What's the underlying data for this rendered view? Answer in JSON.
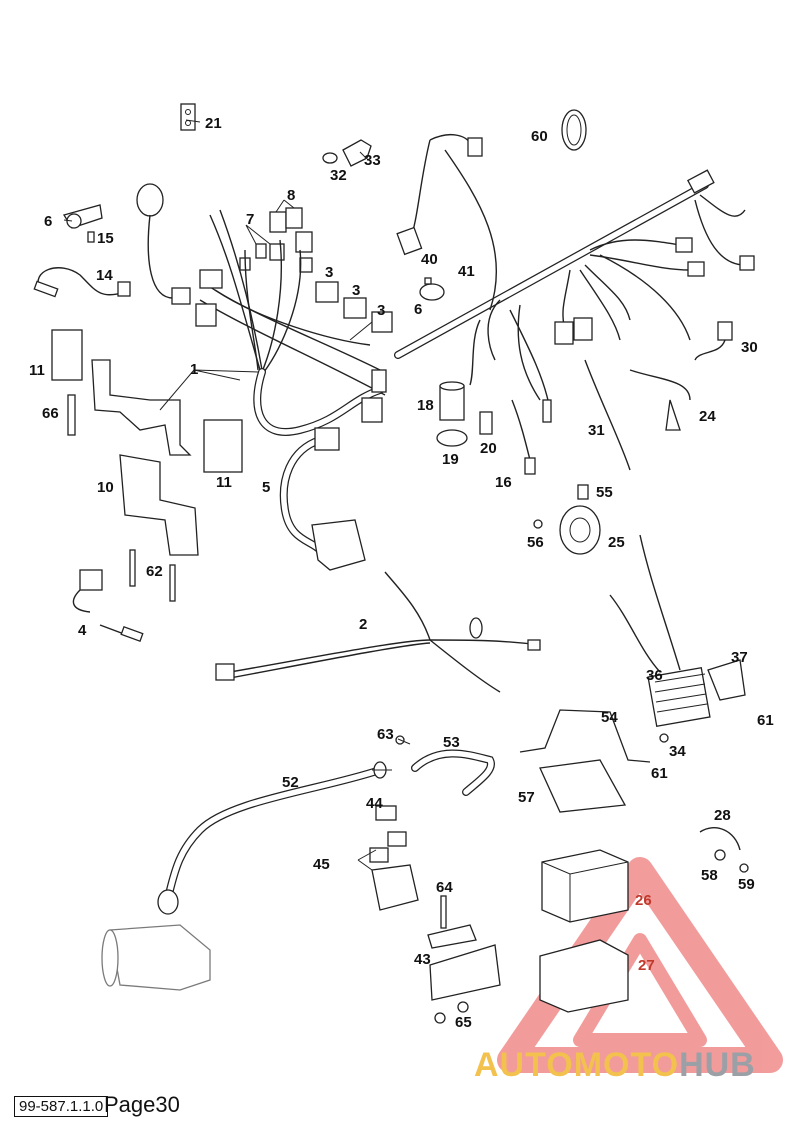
{
  "labels": [
    {
      "id": "21",
      "text": "21"
    },
    {
      "id": "33",
      "text": "33"
    },
    {
      "id": "32",
      "text": "32"
    },
    {
      "id": "60",
      "text": "60"
    },
    {
      "id": "8",
      "text": "8"
    },
    {
      "id": "6a",
      "text": "6"
    },
    {
      "id": "15",
      "text": "15"
    },
    {
      "id": "7",
      "text": "7"
    },
    {
      "id": "14",
      "text": "14"
    },
    {
      "id": "3a",
      "text": "3"
    },
    {
      "id": "3b",
      "text": "3"
    },
    {
      "id": "3c",
      "text": "3"
    },
    {
      "id": "40",
      "text": "40"
    },
    {
      "id": "41",
      "text": "41"
    },
    {
      "id": "6b",
      "text": "6"
    },
    {
      "id": "30",
      "text": "30"
    },
    {
      "id": "11a",
      "text": "11"
    },
    {
      "id": "1",
      "text": "1"
    },
    {
      "id": "66",
      "text": "66"
    },
    {
      "id": "18",
      "text": "18"
    },
    {
      "id": "24",
      "text": "24"
    },
    {
      "id": "31",
      "text": "31"
    },
    {
      "id": "19",
      "text": "19"
    },
    {
      "id": "20",
      "text": "20"
    },
    {
      "id": "11b",
      "text": "11"
    },
    {
      "id": "10",
      "text": "10"
    },
    {
      "id": "5",
      "text": "5"
    },
    {
      "id": "16",
      "text": "16"
    },
    {
      "id": "55",
      "text": "55"
    },
    {
      "id": "56",
      "text": "56"
    },
    {
      "id": "25",
      "text": "25"
    },
    {
      "id": "62",
      "text": "62"
    },
    {
      "id": "4",
      "text": "4"
    },
    {
      "id": "2",
      "text": "2"
    },
    {
      "id": "36",
      "text": "36"
    },
    {
      "id": "37",
      "text": "37"
    },
    {
      "id": "61a",
      "text": "61"
    },
    {
      "id": "54",
      "text": "54"
    },
    {
      "id": "63",
      "text": "63"
    },
    {
      "id": "53",
      "text": "53"
    },
    {
      "id": "34",
      "text": "34"
    },
    {
      "id": "61b",
      "text": "61"
    },
    {
      "id": "52",
      "text": "52"
    },
    {
      "id": "57",
      "text": "57"
    },
    {
      "id": "44",
      "text": "44"
    },
    {
      "id": "28",
      "text": "28"
    },
    {
      "id": "45",
      "text": "45"
    },
    {
      "id": "58",
      "text": "58"
    },
    {
      "id": "59",
      "text": "59"
    },
    {
      "id": "64",
      "text": "64"
    },
    {
      "id": "26",
      "text": "26"
    },
    {
      "id": "43",
      "text": "43"
    },
    {
      "id": "27",
      "text": "27"
    },
    {
      "id": "65",
      "text": "65"
    }
  ],
  "footer": {
    "code": "99-587.1.1.0",
    "page": "Page30"
  },
  "watermark": {
    "part1": "AUTOMOTO",
    "part2": "HUB"
  },
  "colors": {
    "line": "#222222",
    "accent_red": "#c0392b",
    "watermark_red": "#e94b4b",
    "watermark_yellow": "#f2c14e",
    "watermark_gray": "#9aa0a6"
  }
}
